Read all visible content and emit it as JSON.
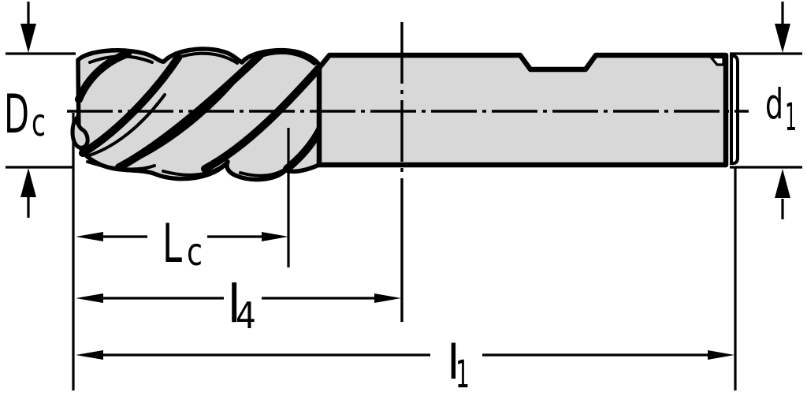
{
  "colors": {
    "line": "#000000",
    "tool_fill": "#d8d8d8",
    "background": "#ffffff"
  },
  "labels": {
    "dc": {
      "main": "D",
      "sub": "c"
    },
    "d1": {
      "main": "d",
      "sub": "1"
    },
    "lc": {
      "main": "L",
      "sub": "c"
    },
    "l4": {
      "main": "l",
      "sub": "4"
    },
    "l1": {
      "main": "l",
      "sub": "1"
    }
  }
}
